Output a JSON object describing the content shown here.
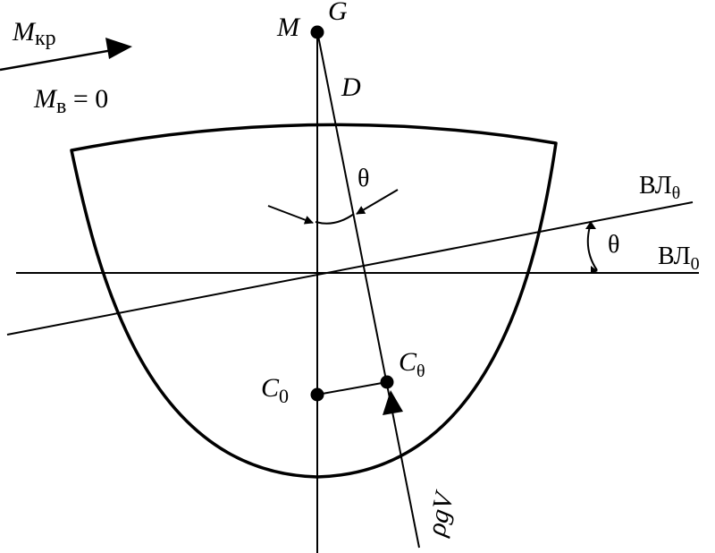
{
  "labels": {
    "torque_symbol": "M",
    "torque_subscript": "кр",
    "wind_moment_symbol": "M",
    "wind_moment_subscript": "в",
    "wind_moment_value": " = 0",
    "metacenter": "M",
    "gravity_center": "G",
    "point_d": "D",
    "theta_upper": "θ",
    "waterline_inclined": "ВЛ",
    "waterline_inclined_subscript": "θ",
    "theta_right": "θ",
    "waterline_initial": "ВЛ",
    "waterline_initial_subscript": "0",
    "buoyancy_center_initial": "C",
    "buoyancy_center_initial_subscript": "0",
    "buoyancy_center_inclined": "C",
    "buoyancy_center_inclined_subscript": "θ",
    "buoyancy_force": "ρgV"
  }
}
